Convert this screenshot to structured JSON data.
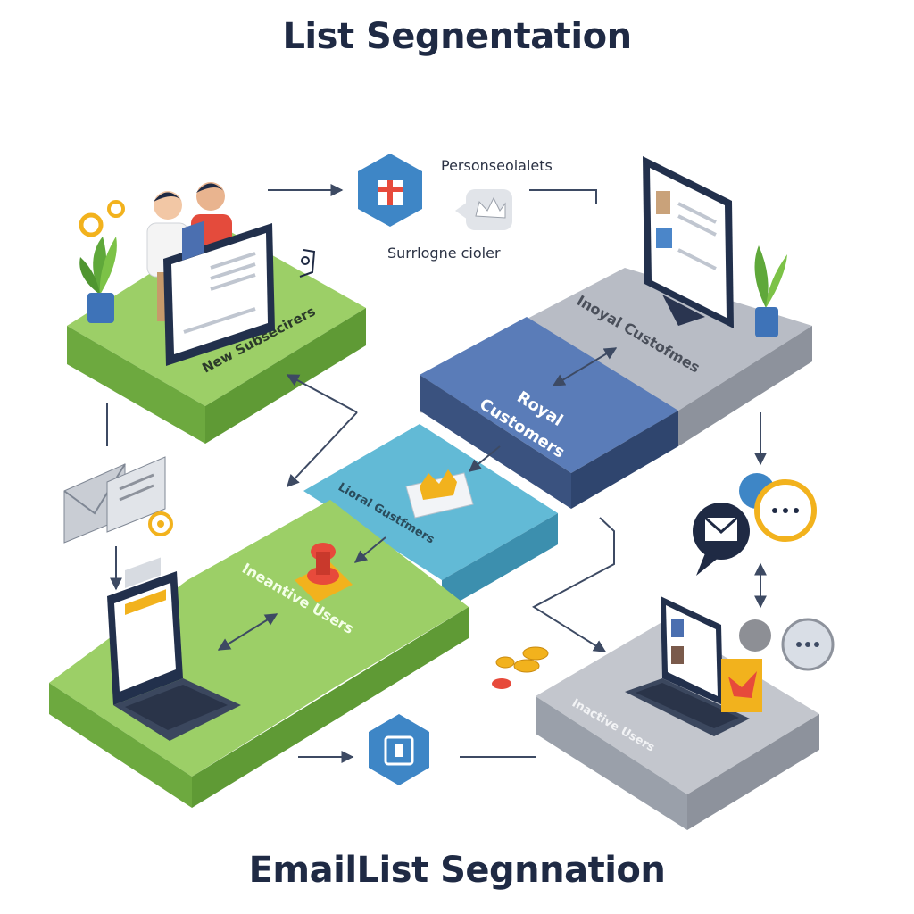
{
  "header": {
    "title": "List Segnentation"
  },
  "footer": {
    "title": "EmailList Segnnation"
  },
  "floating_labels": {
    "personalization": "Personseoialets",
    "subtitle": "Surrlogne cioler"
  },
  "segments": {
    "new_subscribers": "New Subsecirers",
    "loyal_customers_gray": "Inoyal Custofmes",
    "royal_customers_line1": "Royal",
    "royal_customers_line2": "Customers",
    "loyal_customers_teal": "Lioral Gustfmers",
    "inactive_users_green": "Ineantive Users",
    "inactive_users_gray": "Inactive Users"
  },
  "colors": {
    "green": "#8cc65a",
    "green_dark": "#5f9a35",
    "navy": "#4c6aa3",
    "navy_dark": "#3a527f",
    "teal": "#5ab3d1",
    "teal_dark": "#3c8fae",
    "gray": "#b8bcc5",
    "gray_dark": "#8d929c",
    "blue_hex": "#3e86c6",
    "arrow": "#3d4a63"
  }
}
